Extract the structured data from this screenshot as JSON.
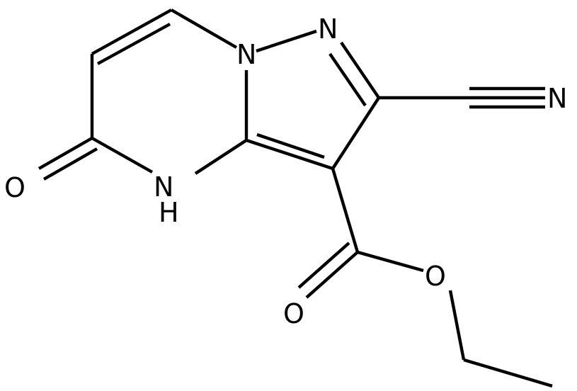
{
  "molecule": {
    "atoms": {
      "n1": "N",
      "n2": "N",
      "nh": "N",
      "h": "H",
      "o_keto": "O",
      "n_nitrile": "N",
      "o_carbonyl": "O",
      "o_ester": "O"
    },
    "colors": {
      "bond": "#000000",
      "text": "#000000",
      "background": "#ffffff"
    }
  }
}
